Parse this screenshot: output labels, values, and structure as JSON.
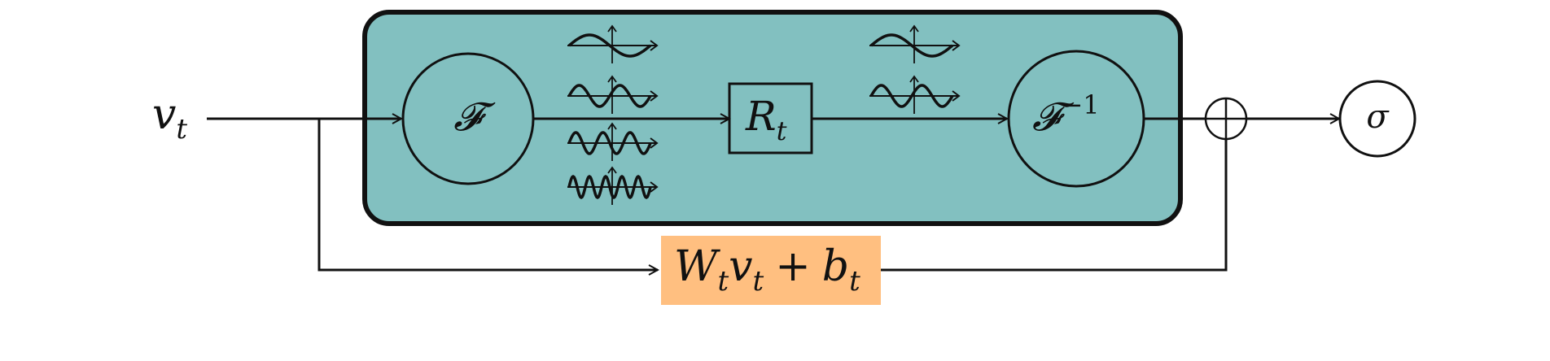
{
  "diagram": {
    "input": {
      "base": "v",
      "sub": "t"
    },
    "fourier": {
      "symbol": "𝓕"
    },
    "inverse_fourier": {
      "symbol": "𝓕",
      "sup": "−1"
    },
    "linear_transform": {
      "base": "R",
      "sub": "t"
    },
    "skip_branch": {
      "w": "W",
      "w_sub": "t",
      "v": "v",
      "v_sub": "t",
      "plus": "+",
      "b": "b",
      "b_sub": "t"
    },
    "activation": {
      "symbol": "σ"
    }
  },
  "colors": {
    "fourier_block_fill": "#82c0c0",
    "skip_box_fill": "#ffbf80",
    "stroke": "#111111"
  },
  "icons": {
    "sum_node": "circled-plus-icon",
    "wave_icons": "sine-wave-icon"
  }
}
